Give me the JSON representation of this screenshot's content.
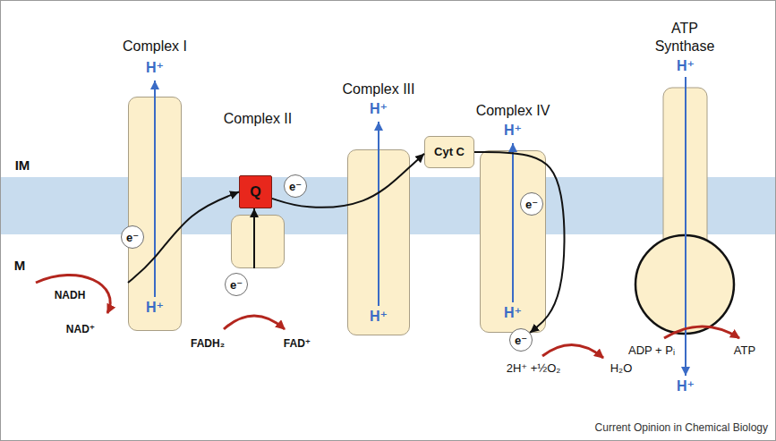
{
  "diagram": {
    "nodes": [
      {
        "text": [
          "Complex I"
        ]
      },
      {
        "text": [
          "Complex II"
        ]
      },
      {
        "text": [
          "Q"
        ]
      },
      {
        "text": [
          "Complex III"
        ]
      },
      {
        "text": [
          "Cyt C"
        ]
      },
      {
        "text": [
          "Complex IV"
        ]
      },
      {
        "text": [
          "ATP Synthase"
        ]
      },
      {
        "text": [
          "e⁻"
        ]
      },
      {
        "text": [
          "e⁻"
        ]
      },
      {
        "text": [
          "e⁻"
        ]
      },
      {
        "text": [
          "e⁻"
        ],
        "in": 5
      },
      {
        "text": [
          "e⁻"
        ]
      }
    ],
    "edges": [
      {
        "from": 0,
        "to": 2,
        "arrow": "to"
      },
      {
        "from": 1,
        "to": 2,
        "arrow": "to"
      },
      {
        "from": 2,
        "to": 4,
        "arrow": "to"
      },
      {
        "from": 4,
        "to": 11,
        "arrow": "to"
      }
    ],
    "labels": [
      "IM",
      "M",
      "H⁺",
      "H⁺",
      "NADH",
      "NAD⁺",
      "FADH₂",
      "FAD⁺",
      "H⁺",
      "H⁺",
      "H⁺",
      "H⁺",
      "2H⁺ +½O₂",
      "H₂O",
      "H⁺",
      "H⁺",
      "ADP + Pᵢ",
      "ATP",
      "Current Opinion in Chemical Biology"
    ]
  }
}
